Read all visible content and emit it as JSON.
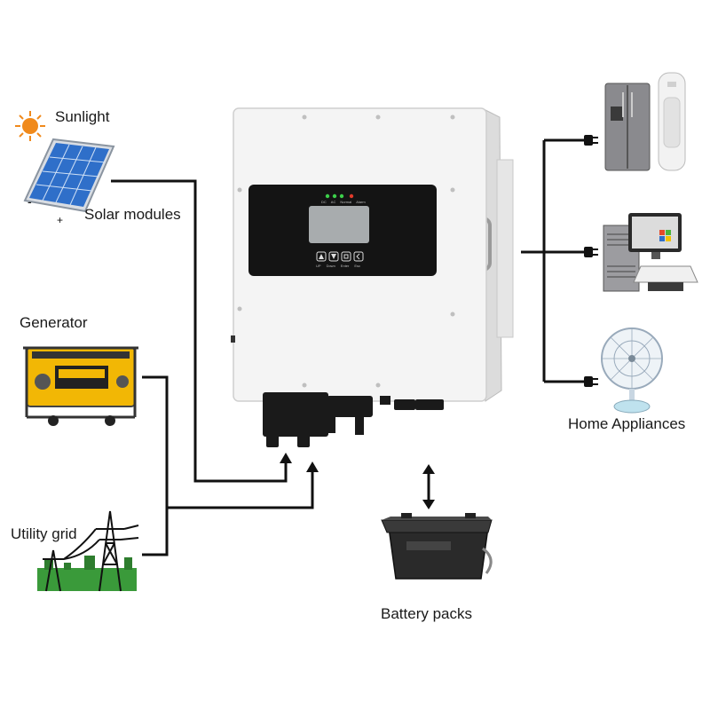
{
  "labels": {
    "sunlight": "Sunlight",
    "solar_modules": "Solar modules",
    "generator": "Generator",
    "utility_grid": "Utility grid",
    "battery_packs": "Battery packs",
    "home_appliances": "Home Appliances"
  },
  "inverter": {
    "led_labels": [
      "DC",
      "AC",
      "Normal",
      "Alarm"
    ],
    "button_labels": [
      "UP",
      "Down",
      "Enter",
      "Esc"
    ]
  },
  "colors": {
    "wire": "#111111",
    "inverter_body": "#f4f4f4",
    "panel": "#141414",
    "lcd": "#a8acae",
    "sun": "#f08a1c",
    "solar_cell": "#2f6fc9",
    "generator": "#f2b705",
    "grass": "#3a9a3a",
    "battery": "#2a2a2a"
  },
  "icons": [
    "sun-icon",
    "solar-panel-icon",
    "generator-icon",
    "power-tower-icon",
    "battery-icon",
    "refrigerator-icon",
    "air-conditioner-icon",
    "computer-icon",
    "fan-icon",
    "plug-icon"
  ]
}
